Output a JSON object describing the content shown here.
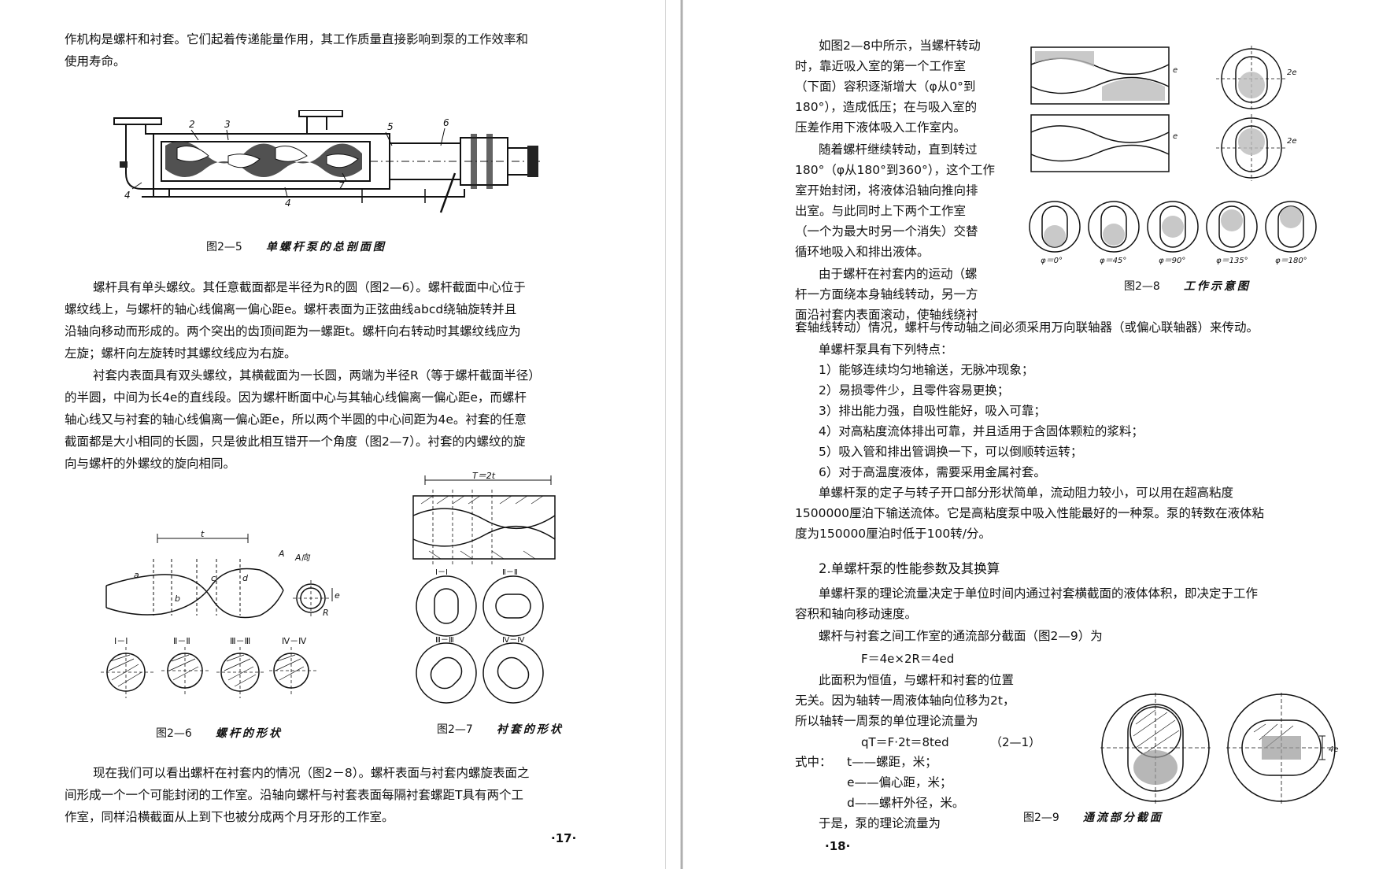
{
  "left_page": {
    "intro_lines": [
      "作机构是螺杆和衬套。它们起着传递能量作用，其工作质量直接影响到泵的工作效率和",
      "使用寿命。"
    ],
    "figure_2_5": {
      "number": "图2—5",
      "title": "单螺杆泵的总剖面图",
      "labels": [
        "2",
        "3",
        "5",
        "6",
        "4",
        "7",
        "4"
      ]
    },
    "screw_para_lines": [
      "螺杆具有单头螺纹。其任意截面都是半径为R的圆（图2—6）。螺杆截面中心位于",
      "螺纹线上，与螺杆的轴心线偏离一偏心距e。螺杆表面为正弦曲线abcd绕轴旋转并且",
      "沿轴向移动而形成的。两个突出的齿顶间距为一螺距t。螺杆向右转动时其螺纹线应为",
      "左旋；螺杆向左旋转时其螺纹线应为右旋。"
    ],
    "sleeve_para_lines": [
      "衬套内表面具有双头螺纹，其横截面为一长圆，两端为半径R（等于螺杆截面半径）",
      "的半圆，中间为长4e的直线段。因为螺杆断面中心与其轴心线偏离一偏心距e，而螺杆",
      "轴心线又与衬套的轴心线偏离一偏心距e，所以两个半圆的中心间距为4e。衬套的任意",
      "截面都是大小相同的长圆，只是彼此相互错开一个角度（图2—7）。衬套的内螺纹的旋",
      "向与螺杆的外螺纹的旋向相同。"
    ],
    "figure_2_6": {
      "number": "图2—6",
      "title": "螺杆的形状",
      "section_labels": [
        "I－I",
        "Ⅱ－Ⅱ",
        "Ⅲ－Ⅲ",
        "Ⅳ－Ⅳ"
      ],
      "view_label": "A向",
      "point_labels": [
        "a",
        "b",
        "c",
        "d"
      ],
      "dim_labels": [
        "t",
        "e",
        "R",
        "A"
      ]
    },
    "figure_2_7": {
      "number": "图2—7",
      "title": "衬套的形状",
      "dim_label": "T＝2t",
      "section_labels": [
        "I－I",
        "Ⅱ－Ⅱ",
        "Ⅲ－Ⅲ",
        "Ⅳ－Ⅳ"
      ]
    },
    "bottom_para_lines": [
      "现在我们可以看出螺杆在衬套内的情况（图2－8）。螺杆表面与衬套内螺旋表面之",
      "间形成一个一个可能封闭的工作室。沿轴向螺杆与衬套表面每隔衬套螺距T具有两个工",
      "作室，同样沿横截面从上到下也被分成两个月牙形的工作室。"
    ],
    "page_number": "·17·"
  },
  "right_page": {
    "top_para_lines": [
      "如图2—8中所示，当螺杆转动",
      "时，靠近吸入室的第一个工作室",
      "（下面）容积逐渐增大（φ从0°到",
      "180°），造成低压；在与吸入室的",
      "压差作用下液体吸入工作室内。",
      "随着螺杆继续转动，直到转过",
      "180°（φ从180°到360°），这个工作",
      "室开始封闭，将液体沿轴向推向排",
      "出室。与此同时上下两个工作室",
      "（一个为最大时另一个消失）交替",
      "循环地吸入和排出液体。",
      "由于螺杆在衬套内的运动（螺",
      "杆一方面绕本身轴线转动，另一方",
      "面沿衬套内表面滚动，使轴线绕衬"
    ],
    "figure_2_8": {
      "number": "图2—8",
      "title": "工作示意图",
      "angle_labels": [
        "φ＝0°",
        "φ＝45°",
        "φ＝90°",
        "φ＝135°",
        "φ＝180°"
      ],
      "dim_labels": [
        "e",
        "2e",
        "e",
        "2e"
      ]
    },
    "full_width_line": "套轴线转动）情况，螺杆与传动轴之间必须采用万向联轴器（或偏心联轴器）来传动。",
    "features_intro": "单螺杆泵具有下列特点：",
    "features": [
      "1）能够连续均匀地输送，无脉冲现象；",
      "2）易损零件少，且零件容易更换；",
      "3）排出能力强，自吸性能好，吸入可靠；",
      "4）对高粘度流体排出可靠，并且适用于含固体颗粒的浆料；",
      "5）吸入管和排出管调换一下，可以倒顺转运转；",
      "6）对于高温度液体，需要采用金属衬套。"
    ],
    "stator_para_lines": [
      "单螺杆泵的定子与转子开口部分形状简单，流动阻力较小，可以用在超高粘度",
      "1500000厘泊下输送流体。它是高粘度泵中吸入性能最好的一种泵。泵的转数在液体粘",
      "度为150000厘泊时低于100转/分。"
    ],
    "section_heading": "2.单螺杆泵的性能参数及其换算",
    "flow_para_lines": [
      "单螺杆泵的理论流量决定于单位时间内通过衬套横截面的液体体积，即决定于工作",
      "容积和轴向移动速度。"
    ],
    "area_intro": "螺杆与衬套之间工作室的通流部分截面（图2—9）为",
    "formula_area": "F＝4e×2R＝4ed",
    "const_lines": [
      "此面积为恒值，与螺杆和衬套的位置",
      "无关。因为轴转一周液体轴向位移为2t，",
      "所以轴转一周泵的单位理论流量为"
    ],
    "formula_flow": "qT＝F·2t＝8ted",
    "formula_flow_number": "（2—1）",
    "where_label": "式中：",
    "where_items": [
      "t——螺距，米；",
      "e——偏心距，米；",
      "d——螺杆外径，米。"
    ],
    "conclusion_line": "于是，泵的理论流量为",
    "figure_2_9": {
      "number": "图2—9",
      "title": "通流部分截面",
      "dim_label": "4e"
    },
    "page_number": "·18·"
  }
}
